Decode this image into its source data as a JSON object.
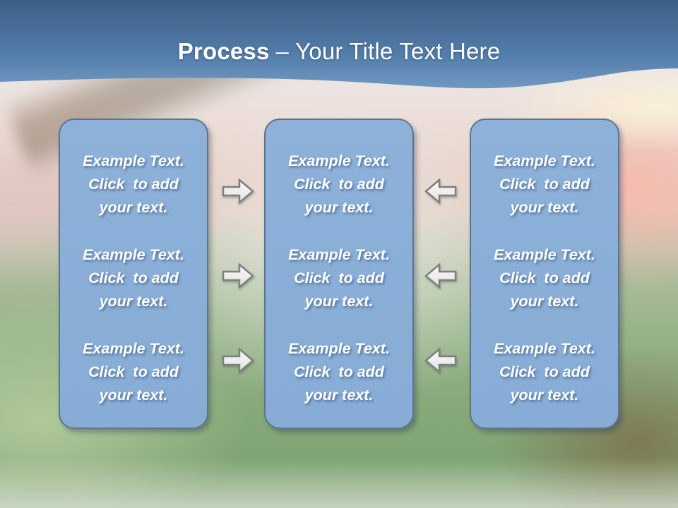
{
  "title": {
    "bold": "Process",
    "separator": "–",
    "rest": "Your Title Text Here"
  },
  "boxes": [
    {
      "name": "left-column",
      "paragraphs": [
        "Example Text.\nClick  to add\nyour text.",
        "Example Text.\nClick  to add\nyour text.",
        "Example Text.\nClick  to add\nyour text."
      ]
    },
    {
      "name": "middle-column",
      "paragraphs": [
        "Example Text.\nClick  to add\nyour text.",
        "Example Text.\nClick  to add\nyour text.",
        "Example Text.\nClick  to add\nyour text."
      ]
    },
    {
      "name": "right-column",
      "paragraphs": [
        "Example Text.\nClick  to add\nyour text.",
        "Example Text.\nClick  to add\nyour text.",
        "Example Text.\nClick  to add\nyour text."
      ]
    }
  ],
  "arrows": [
    {
      "direction": "right"
    },
    {
      "direction": "right"
    },
    {
      "direction": "right"
    },
    {
      "direction": "left"
    },
    {
      "direction": "left"
    },
    {
      "direction": "left"
    }
  ],
  "colors": {
    "header_top": "#3d5f84",
    "header_mid": "#527ca9",
    "header_bottom": "#6f98c2",
    "title_text": "#ffffff",
    "box_fill": "#8db1d9",
    "box_border": "#5f7389",
    "box_text": "#ffffff",
    "arrow_fill_light": "#fafafa",
    "arrow_fill_dark": "#e2e2e2",
    "arrow_stroke": "#7f7f7f"
  }
}
